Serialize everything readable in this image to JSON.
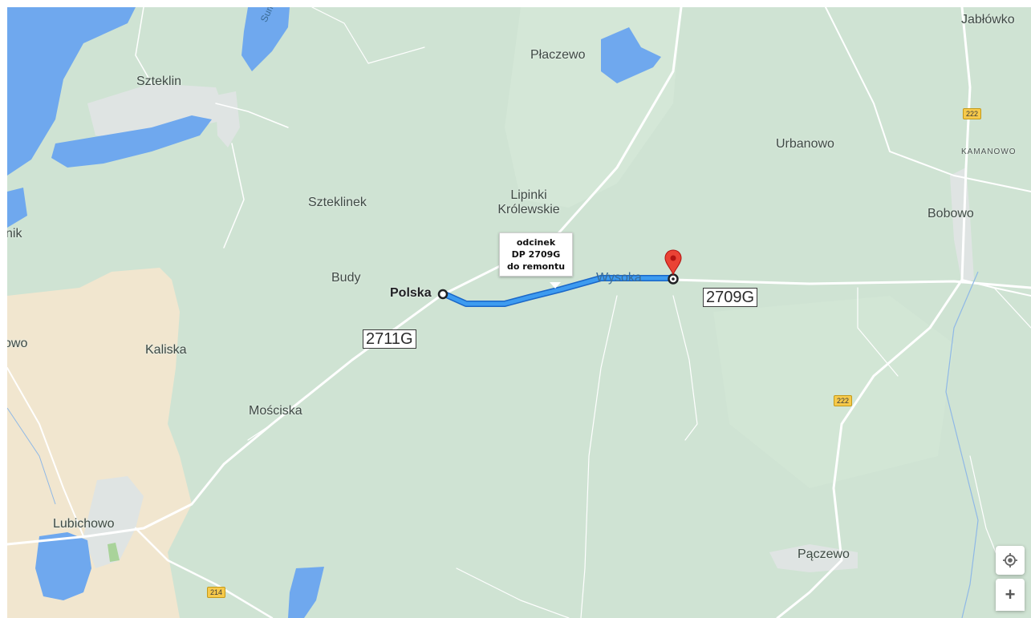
{
  "map": {
    "places": {
      "jablowko": "Jabłówko",
      "placzewo": "Płaczewo",
      "szteklin": "Szteklin",
      "urbanowo": "Urbanowo",
      "kamanowo": "KAMANOWO",
      "szteklinek": "Szteklinek",
      "lipinki_line1": "Lipinki",
      "lipinki_line2": "Królewskie",
      "bobowo": "Bobowo",
      "nik_partial": "nik",
      "budy": "Budy",
      "polska": "Polska",
      "wysoka": "Wysoka",
      "owo_partial": "owo",
      "kaliska": "Kaliska",
      "mosciska": "Mościska",
      "lubichowo": "Lubichowo",
      "paczewo": "Pączewo",
      "sum_partial": "Sum"
    },
    "road_shields": {
      "r2709g": "2709G",
      "r2711g": "2711G"
    },
    "national_shields": {
      "r222_top": "222",
      "r222_mid": "222",
      "r214": "214"
    },
    "callout": {
      "line1": "odcinek",
      "line2": "DP 2709G",
      "line3": "do remontu"
    },
    "colors": {
      "land": "#cfe3d3",
      "water": "#6fa8ee",
      "route": "#2f8ce8",
      "marker": "#ea4335",
      "sand": "#f1e6cf",
      "town": "#dfe4e3"
    },
    "controls": {
      "locate_icon": "crosshair-icon",
      "zoom_in_label": "+"
    }
  }
}
